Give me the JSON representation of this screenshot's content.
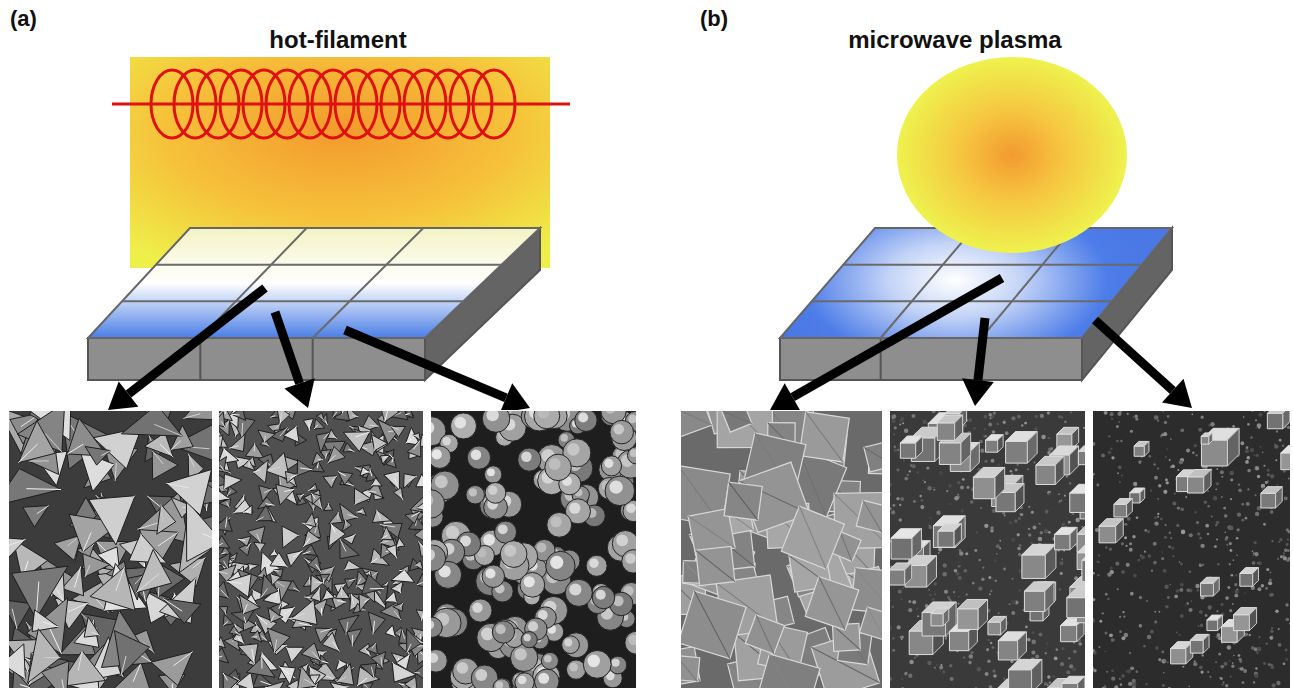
{
  "diagram": {
    "labels": [
      "(a)",
      "hot-filament",
      "(b)",
      "microwave plasma"
    ]
  }
}
